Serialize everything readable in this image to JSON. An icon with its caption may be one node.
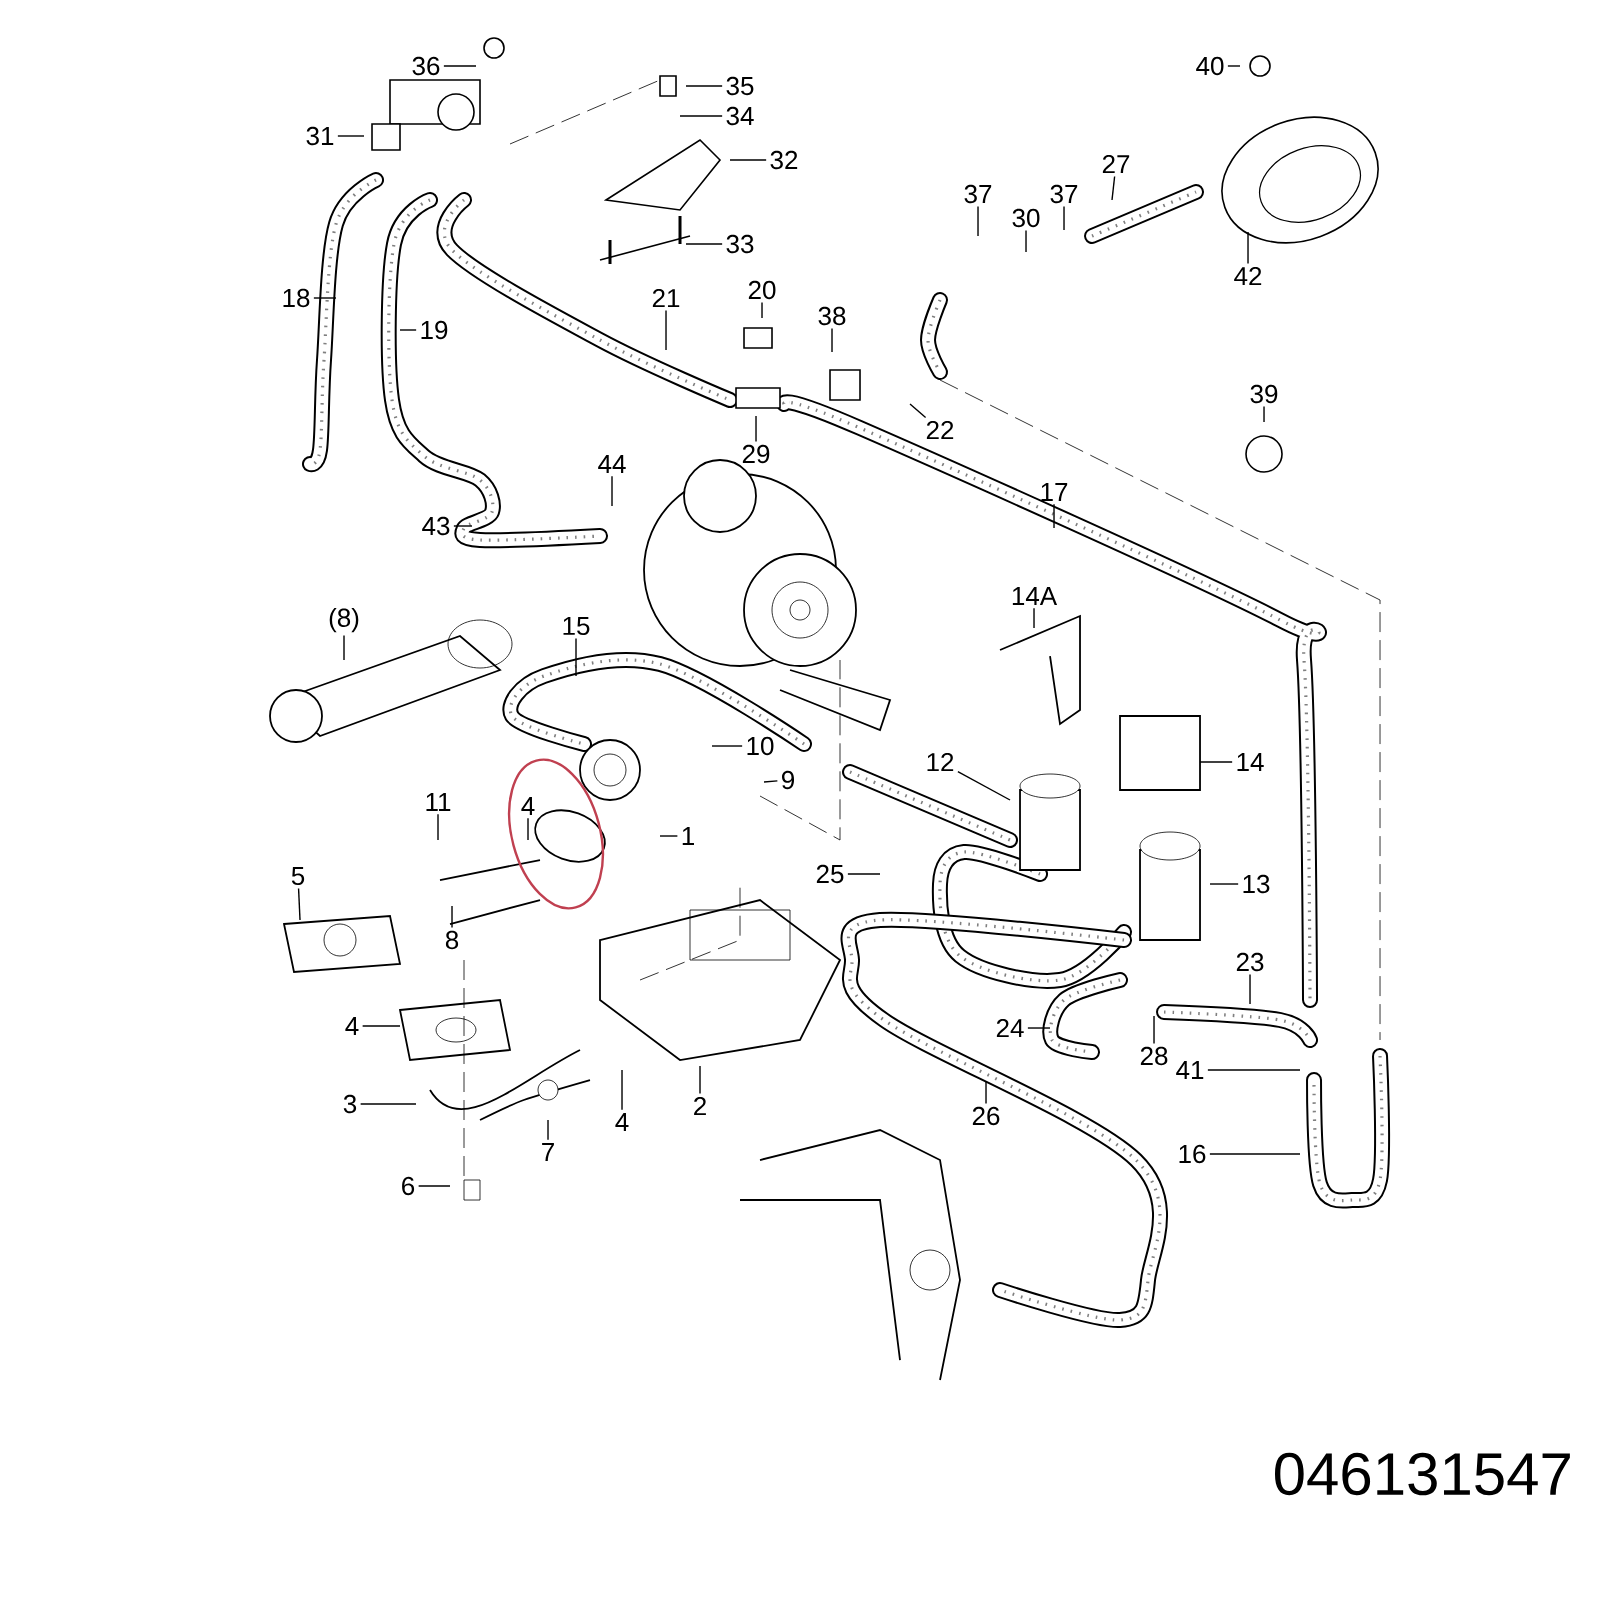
{
  "diagram": {
    "nodes": [
      {
        "text": [
          "36"
        ]
      },
      {
        "text": [
          "35"
        ]
      },
      {
        "text": [
          "34"
        ]
      },
      {
        "text": [
          "32"
        ]
      },
      {
        "text": [
          "31"
        ]
      },
      {
        "text": [
          "40"
        ]
      },
      {
        "text": [
          "27"
        ]
      },
      {
        "text": [
          "37"
        ]
      },
      {
        "text": [
          "30"
        ]
      },
      {
        "text": [
          "37"
        ]
      },
      {
        "text": [
          "42"
        ]
      },
      {
        "text": [
          "33"
        ]
      },
      {
        "text": [
          "18"
        ]
      },
      {
        "text": [
          "19"
        ]
      },
      {
        "text": [
          "21"
        ]
      },
      {
        "text": [
          "20"
        ]
      },
      {
        "text": [
          "38"
        ]
      },
      {
        "text": [
          "29"
        ]
      },
      {
        "text": [
          "22"
        ]
      },
      {
        "text": [
          "39"
        ]
      },
      {
        "text": [
          "17"
        ]
      },
      {
        "text": [
          "44"
        ]
      },
      {
        "text": [
          "43"
        ]
      },
      {
        "text": [
          "(8)"
        ]
      },
      {
        "text": [
          "15"
        ]
      },
      {
        "text": [
          "14A"
        ]
      },
      {
        "text": [
          "12"
        ]
      },
      {
        "text": [
          "14"
        ]
      },
      {
        "text": [
          "10"
        ]
      },
      {
        "text": [
          "9"
        ]
      },
      {
        "text": [
          "1"
        ]
      },
      {
        "text": [
          "4"
        ]
      },
      {
        "text": [
          "11"
        ]
      },
      {
        "text": [
          "25"
        ]
      },
      {
        "text": [
          "13"
        ]
      },
      {
        "text": [
          "5"
        ]
      },
      {
        "text": [
          "8"
        ]
      },
      {
        "text": [
          "23"
        ]
      },
      {
        "text": [
          "24"
        ]
      },
      {
        "text": [
          "28"
        ]
      },
      {
        "text": [
          "41"
        ]
      },
      {
        "text": [
          "4"
        ]
      },
      {
        "text": [
          "3"
        ]
      },
      {
        "text": [
          "7"
        ]
      },
      {
        "text": [
          "4"
        ]
      },
      {
        "text": [
          "2"
        ]
      },
      {
        "text": [
          "26"
        ]
      },
      {
        "text": [
          "16"
        ]
      },
      {
        "text": [
          "6"
        ]
      }
    ],
    "edges": [
      {
        "from": 0,
        "to": null,
        "arrow": "none"
      },
      {
        "from": 1,
        "to": null,
        "arrow": "none"
      },
      {
        "from": 2,
        "to": null,
        "arrow": "none"
      },
      {
        "from": 3,
        "to": null,
        "arrow": "none"
      },
      {
        "from": 4,
        "to": null,
        "arrow": "none"
      },
      {
        "from": 5,
        "to": null,
        "arrow": "none"
      },
      {
        "from": 6,
        "to": null,
        "arrow": "none"
      },
      {
        "from": 7,
        "to": null,
        "arrow": "none"
      },
      {
        "from": 8,
        "to": null,
        "arrow": "none"
      },
      {
        "from": 9,
        "to": null,
        "arrow": "none"
      },
      {
        "from": 10,
        "to": null,
        "arrow": "none"
      },
      {
        "from": 11,
        "to": null,
        "arrow": "none"
      },
      {
        "from": 12,
        "to": null,
        "arrow": "none"
      },
      {
        "from": 13,
        "to": null,
        "arrow": "none"
      },
      {
        "from": 14,
        "to": null,
        "arrow": "none"
      },
      {
        "from": 15,
        "to": null,
        "arrow": "none"
      },
      {
        "from": 16,
        "to": null,
        "arrow": "none"
      },
      {
        "from": 17,
        "to": null,
        "arrow": "none"
      },
      {
        "from": 18,
        "to": null,
        "arrow": "none"
      },
      {
        "from": 19,
        "to": null,
        "arrow": "none"
      },
      {
        "from": 20,
        "to": null,
        "arrow": "none"
      },
      {
        "from": 21,
        "to": null,
        "arrow": "none"
      },
      {
        "from": 22,
        "to": null,
        "arrow": "none"
      },
      {
        "from": 23,
        "to": null,
        "arrow": "none"
      },
      {
        "from": 24,
        "to": null,
        "arrow": "none"
      },
      {
        "from": 25,
        "to": null,
        "arrow": "none"
      },
      {
        "from": 26,
        "to": null,
        "arrow": "none"
      },
      {
        "from": 27,
        "to": null,
        "arrow": "none"
      },
      {
        "from": 28,
        "to": null,
        "arrow": "none"
      },
      {
        "from": 29,
        "to": null,
        "arrow": "none"
      },
      {
        "from": 30,
        "to": null,
        "arrow": "none"
      },
      {
        "from": 31,
        "to": null,
        "arrow": "none"
      },
      {
        "from": 32,
        "to": null,
        "arrow": "none"
      },
      {
        "from": 33,
        "to": null,
        "arrow": "none"
      },
      {
        "from": 34,
        "to": null,
        "arrow": "none"
      },
      {
        "from": 35,
        "to": null,
        "arrow": "none"
      },
      {
        "from": 36,
        "to": null,
        "arrow": "none"
      },
      {
        "from": 37,
        "to": null,
        "arrow": "none"
      },
      {
        "from": 38,
        "to": null,
        "arrow": "none"
      },
      {
        "from": 39,
        "to": null,
        "arrow": "none"
      },
      {
        "from": 40,
        "to": null,
        "arrow": "none"
      },
      {
        "from": 41,
        "to": null,
        "arrow": "none"
      },
      {
        "from": 42,
        "to": null,
        "arrow": "none"
      },
      {
        "from": 43,
        "to": null,
        "arrow": "none"
      },
      {
        "from": 44,
        "to": null,
        "arrow": "none"
      },
      {
        "from": 45,
        "to": null,
        "arrow": "none"
      },
      {
        "from": 46,
        "to": null,
        "arrow": "none"
      },
      {
        "from": 47,
        "to": null,
        "arrow": "none"
      },
      {
        "from": 48,
        "to": null,
        "arrow": "none"
      }
    ],
    "labels": [
      "046131547"
    ]
  }
}
